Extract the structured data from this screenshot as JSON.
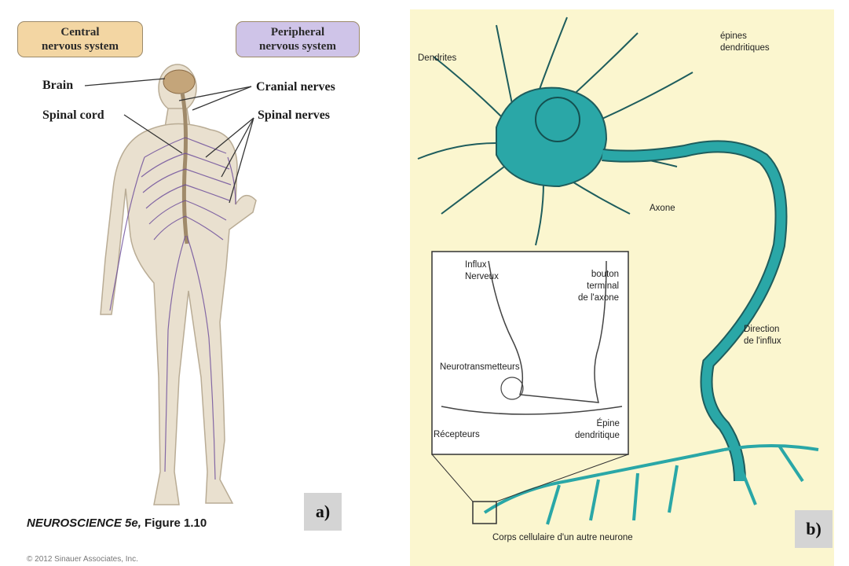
{
  "panel_a": {
    "pill_central": "Central\nnervous system",
    "pill_peripheral": "Peripheral\nnervous system",
    "labels": {
      "brain": "Brain",
      "spinal_cord": "Spinal cord",
      "cranial_nerves": "Cranial nerves",
      "spinal_nerves": "Spinal nerves"
    },
    "caption_title": "NEUROSCIENCE 5e,",
    "caption_figure": "Figure 1.10",
    "copyright": "© 2012 Sinauer Associates, Inc.",
    "corner_label": "a)",
    "colors": {
      "central_pill": "#f3d6a3",
      "peripheral_pill": "#cfc4e8",
      "nerves": "#6a4a9a",
      "skin": "#e9e0cf"
    }
  },
  "panel_b": {
    "labels": {
      "dendrites": "Dendrites",
      "epines_line1": "épines",
      "epines_line2": "dendritiques",
      "axone": "Axone",
      "direction_line1": "Direction",
      "direction_line2": "de l'influx",
      "corps": "Corps cellulaire d'un autre neurone"
    },
    "inset_labels": {
      "influx_line1": "Influx",
      "influx_line2": "Nerveux",
      "bouton_line1": "bouton",
      "bouton_line2": "terminal",
      "bouton_line3": "de l'axone",
      "neurotransmetteurs": "Neurotransmetteurs",
      "recepteurs": "Récepteurs",
      "epine_line1": "Épine",
      "epine_line2": "dendritique"
    },
    "corner_label": "b)",
    "colors": {
      "neuron": "#2aa7a7",
      "background": "#fbf6cf"
    }
  }
}
